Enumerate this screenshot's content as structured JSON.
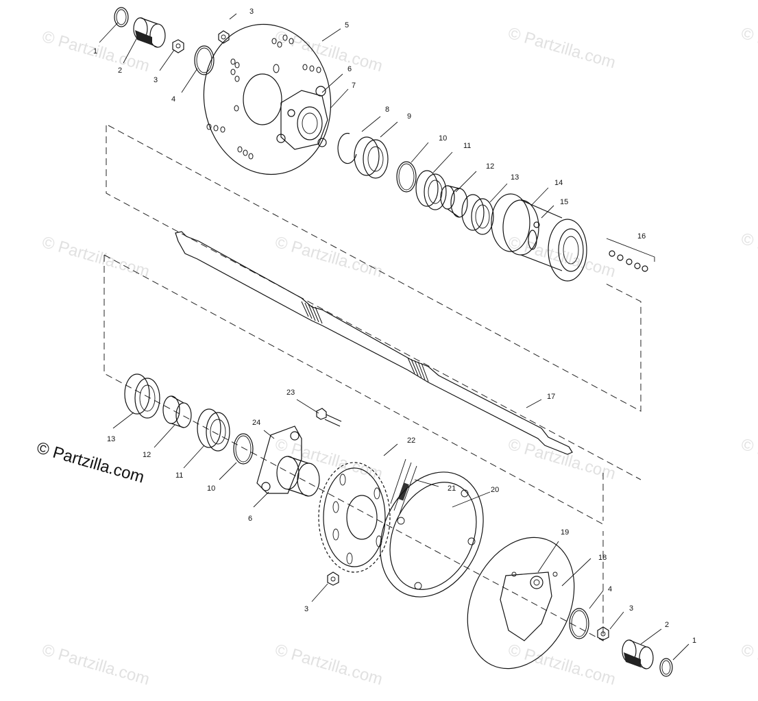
{
  "diagram": {
    "title": "",
    "watermark_text": "© Partzilla.com",
    "copyright_text": "© Partzilla.com",
    "callouts": {
      "c1a": "1",
      "c2a": "2",
      "c3a": "3",
      "c3b": "3",
      "c4a": "4",
      "c5": "5",
      "c6a": "6",
      "c7": "7",
      "c8": "8",
      "c9": "9",
      "c10a": "10",
      "c11a": "11",
      "c12a": "12",
      "c13a": "13",
      "c14": "14",
      "c15": "15",
      "c16": "16",
      "c17": "17",
      "c13b": "13",
      "c12b": "12",
      "c11b": "11",
      "c10b": "10",
      "c24": "24",
      "c6b": "6",
      "c23": "23",
      "c22": "22",
      "c21": "21",
      "c20": "20",
      "c3c": "3",
      "c19": "19",
      "c18": "18",
      "c4b": "4",
      "c3d": "3",
      "c2b": "2",
      "c1b": "1"
    }
  }
}
